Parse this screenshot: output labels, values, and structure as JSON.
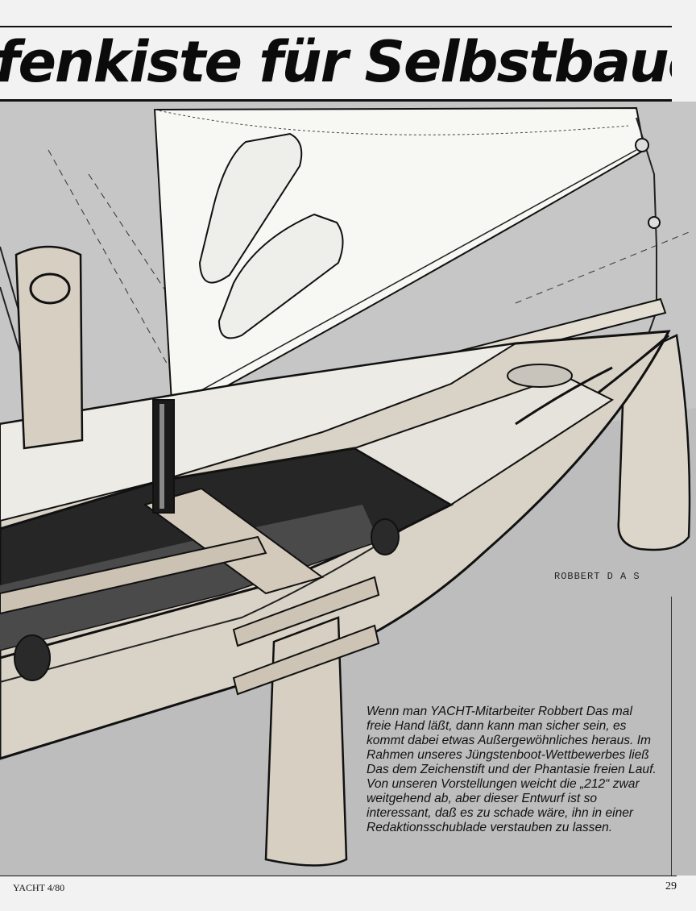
{
  "header": {
    "headline": "fenkiste für Selbstbauer"
  },
  "illustration": {
    "signature": "ROBBERT   D A S"
  },
  "caption": {
    "text": "Wenn man YACHT-Mitarbeiter Robbert Das mal freie Hand läßt, dann kann man sicher sein, es kommt dabei etwas Außergewöhnliches heraus. Im Rahmen unseres Jüngstenboot-Wettbewerbes ließ Das dem Zeichenstift und der Phantasie freien Lauf. Von unseren Vorstellungen weicht die „212“ zwar weitgehend ab, aber dieser Entwurf ist so interessant, daß es zu schade wäre, ihn in einer Redaktionsschublade verstauben zu lassen."
  },
  "footer": {
    "magazine_issue": "YACHT 4/80",
    "page_number": "29"
  },
  "colors": {
    "background": "#f2f2f2",
    "ink": "#111111",
    "sail": "#f7f7f4",
    "wood": "#d9d2c6",
    "water_gray": "#b9b9b9"
  }
}
